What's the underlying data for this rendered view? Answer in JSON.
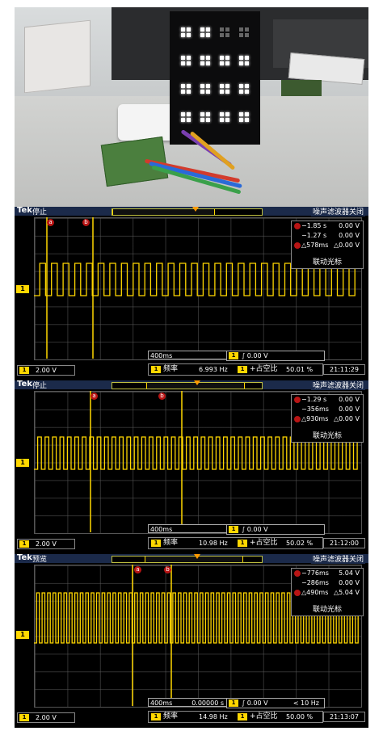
{
  "scopes": [
    {
      "brand": "Tek",
      "status": "停止",
      "noise_filter": "噪声滤波器关闭",
      "channel_marker": "1",
      "cursor_readout": {
        "rows": [
          {
            "t": "−1.85 s",
            "v": "0.00 V"
          },
          {
            "t": "−1.27 s",
            "v": "0.00 V"
          },
          {
            "t": "△578ms",
            "v": "△0.00 V"
          }
        ],
        "link_label": "联动光标"
      },
      "horizontal_scale": "400ms",
      "horizontal_position": "",
      "trigger_badge": "1",
      "trigger_level": "0.00 V",
      "trigger_extra": "",
      "ch1_badge": "1",
      "ch1_scale": "2.00 V",
      "freq_badge": "1",
      "freq_label": "频率",
      "freq_value": "6.993 Hz",
      "duty_badge": "1",
      "duty_label": "+占空比",
      "duty_value": "50.01 %",
      "time": "21:11:29"
    },
    {
      "brand": "Tek",
      "status": "停止",
      "noise_filter": "噪声滤波器关闭",
      "channel_marker": "1",
      "cursor_readout": {
        "rows": [
          {
            "t": "−1.29 s",
            "v": "0.00 V"
          },
          {
            "t": "−356ms",
            "v": "0.00 V"
          },
          {
            "t": "△930ms",
            "v": "△0.00 V"
          }
        ],
        "link_label": "联动光标"
      },
      "horizontal_scale": "400ms",
      "horizontal_position": "",
      "trigger_badge": "1",
      "trigger_level": "0.00 V",
      "trigger_extra": "",
      "ch1_badge": "1",
      "ch1_scale": "2.00 V",
      "freq_badge": "1",
      "freq_label": "频率",
      "freq_value": "10.98 Hz",
      "duty_badge": "1",
      "duty_label": "+占空比",
      "duty_value": "50.02 %",
      "time": "21:12:00"
    },
    {
      "brand": "Tek",
      "status": "预览",
      "noise_filter": "噪声滤波器关闭",
      "channel_marker": "1",
      "cursor_readout": {
        "rows": [
          {
            "t": "−776ms",
            "v": "5.04 V"
          },
          {
            "t": "−286ms",
            "v": "0.00 V"
          },
          {
            "t": "△490ms",
            "v": "△5.04 V"
          }
        ],
        "link_label": "联动光标"
      },
      "horizontal_scale": "400ms",
      "horizontal_position": "0.00000 s",
      "trigger_badge": "1",
      "trigger_level": "0.00 V",
      "trigger_extra": "< 10 Hz",
      "ch1_badge": "1",
      "ch1_scale": "2.00 V",
      "freq_badge": "1",
      "freq_label": "频率",
      "freq_value": "14.98 Hz",
      "duty_badge": "1",
      "duty_label": "+占空比",
      "duty_value": "50.00 %",
      "time": "21:13:07"
    }
  ],
  "colors": {
    "trace": "#ffd700",
    "cursor": "#ffd700",
    "title_bg": "#1b2a4a",
    "cursor_icon": "#b81414"
  }
}
